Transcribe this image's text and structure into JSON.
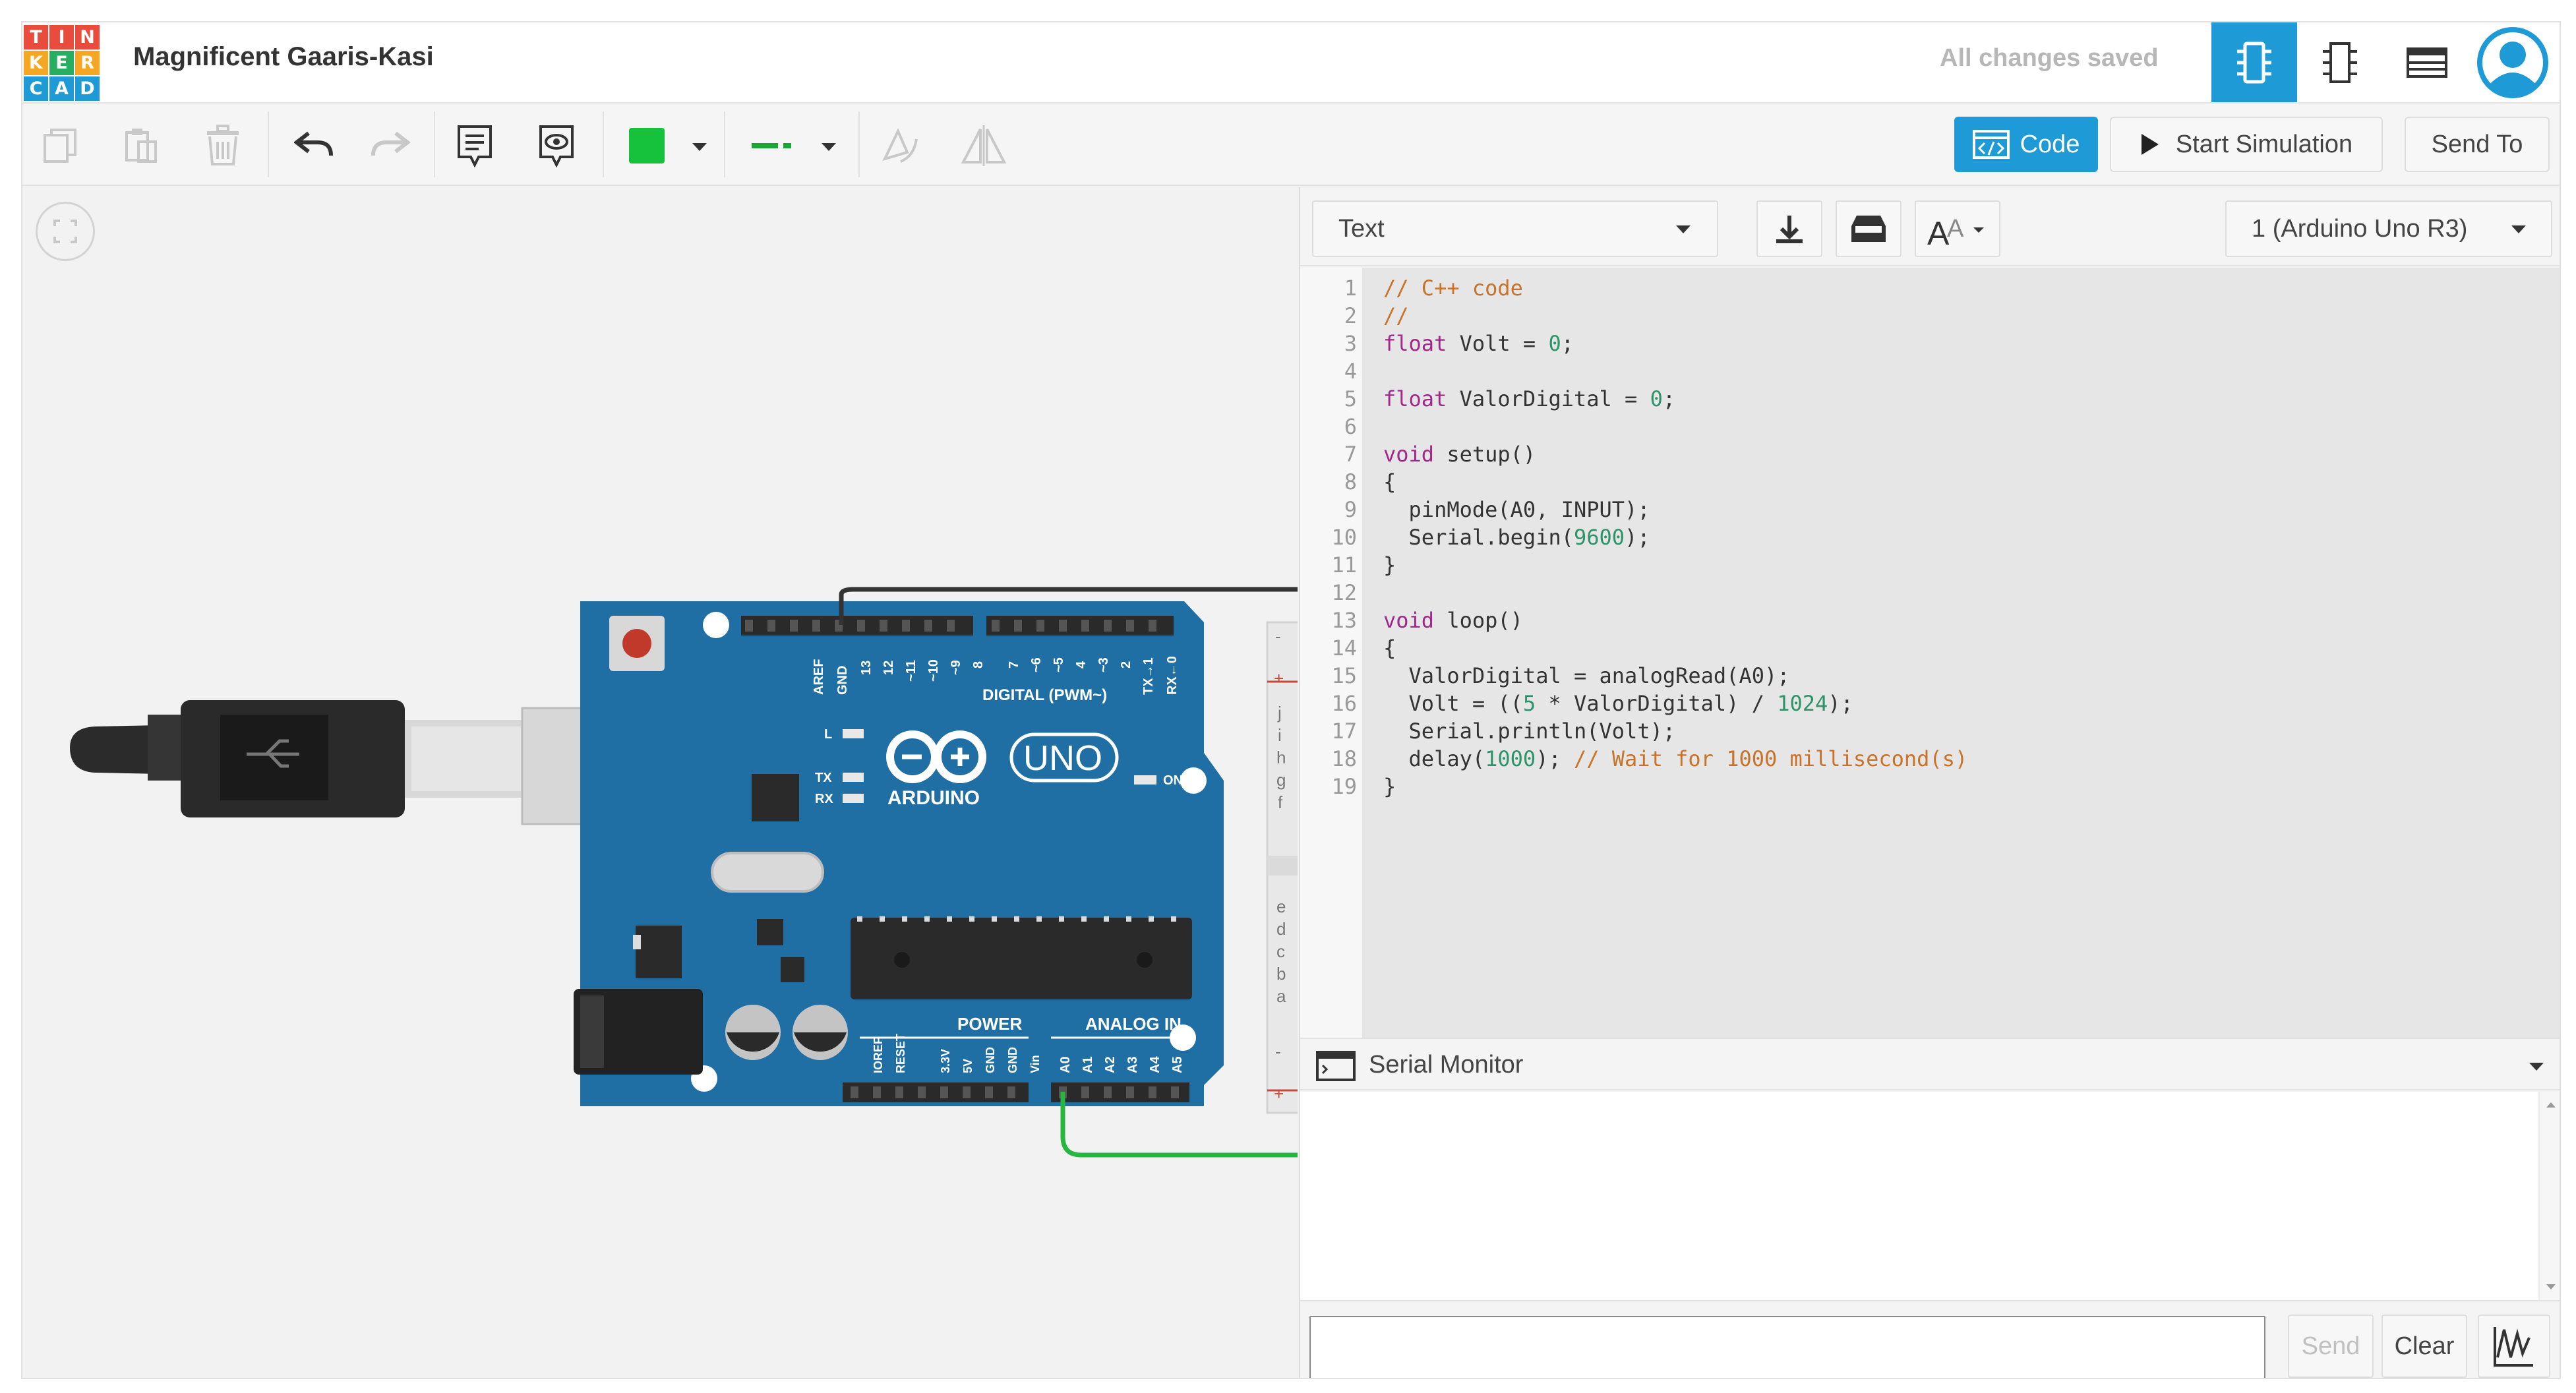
{
  "app": {
    "logo_letters": [
      "T",
      "I",
      "N",
      "K",
      "E",
      "R",
      "C",
      "A",
      "D"
    ],
    "project_name": "Magnificent Gaaris-Kasi",
    "save_status": "All changes saved"
  },
  "toolbar": {
    "code_label": "Code",
    "start_simulation_label": "Start Simulation",
    "send_to_label": "Send To"
  },
  "code_panel": {
    "mode": "Text",
    "device": "1 (Arduino Uno R3)",
    "line_numbers": [
      "1",
      "2",
      "3",
      "4",
      "5",
      "6",
      "7",
      "8",
      "9",
      "10",
      "11",
      "12",
      "13",
      "14",
      "15",
      "16",
      "17",
      "18",
      "19"
    ],
    "code": {
      "l1": "// C++ code",
      "l2": "//",
      "l3_kw": "float",
      "l3": " Volt = ",
      "l3_num": "0",
      "l3_end": ";",
      "l5_kw": "float",
      "l5": " ValorDigital = ",
      "l5_num": "0",
      "l5_end": ";",
      "l7_kw": "void",
      "l7": " setup()",
      "l8": "{",
      "l9": "  pinMode(A0, INPUT);",
      "l10": "  Serial.begin(",
      "l10_num": "9600",
      "l10_end": ");",
      "l11": "}",
      "l13_kw": "void",
      "l13": " loop()",
      "l14": "{",
      "l15": "  ValorDigital = analogRead(A0);",
      "l16": "  Volt = ((",
      "l16_num1": "5",
      "l16_mid": " * ValorDigital) / ",
      "l16_num2": "1024",
      "l16_end": ");",
      "l17": "  Serial.println(Volt);",
      "l18": "  delay(",
      "l18_num": "1000",
      "l18_mid": "); ",
      "l18_cm": "// Wait for 1000 millisecond(s)",
      "l19": "}"
    }
  },
  "serial_monitor": {
    "title": "Serial Monitor",
    "input_value": "",
    "send_label": "Send",
    "clear_label": "Clear"
  },
  "board": {
    "brand": "ARDUINO",
    "model": "UNO",
    "digital_label": "DIGITAL (PWM~)",
    "power_label": "POWER",
    "analog_label": "ANALOG IN",
    "on_label": "ON",
    "l_label": "L",
    "tx_label": "TX",
    "rx_label": "RX",
    "top_pins": [
      "AREF",
      "GND",
      "13",
      "12",
      "~11",
      "~10",
      "~9",
      "8",
      "7",
      "~6",
      "~5",
      "4",
      "~3",
      "2",
      "TX→1",
      "RX←0"
    ],
    "power_pins": [
      "IOREF",
      "RESET",
      "3.3V",
      "5V",
      "GND",
      "GND",
      "Vin"
    ],
    "analog_pins": [
      "A0",
      "A1",
      "A2",
      "A3",
      "A4",
      "A5"
    ],
    "breadboard_rows": [
      "j",
      "i",
      "h",
      "g",
      "f",
      "e",
      "d",
      "c",
      "b",
      "a"
    ],
    "rail_minus": "-",
    "rail_plus": "+"
  },
  "colors": {
    "accent": "#1e9ad6",
    "board": "#1f6fa5",
    "wire_green": "#27b640",
    "wire_black": "#333333",
    "fill_swatch": "#16c13b",
    "logo_cells": [
      "#e94c3d",
      "#e94c3d",
      "#e94c3d",
      "#f5a623",
      "#27ae60",
      "#f5a623",
      "#1e9ad6",
      "#1e9ad6",
      "#1e9ad6"
    ]
  },
  "icons": [
    "copy-icon",
    "paste-icon",
    "delete-icon",
    "undo-icon",
    "redo-icon",
    "notes-icon",
    "note-toggle-icon",
    "fill-color-icon",
    "wire-style-icon",
    "rotate-icon",
    "mirror-icon",
    "fit-view-icon",
    "circuit-view-icon",
    "schematic-view-icon",
    "component-list-icon",
    "user-icon",
    "code-icon",
    "play-icon",
    "download-icon",
    "library-icon",
    "font-size-icon",
    "serial-monitor-icon",
    "graph-icon",
    "chevron-down-icon"
  ]
}
